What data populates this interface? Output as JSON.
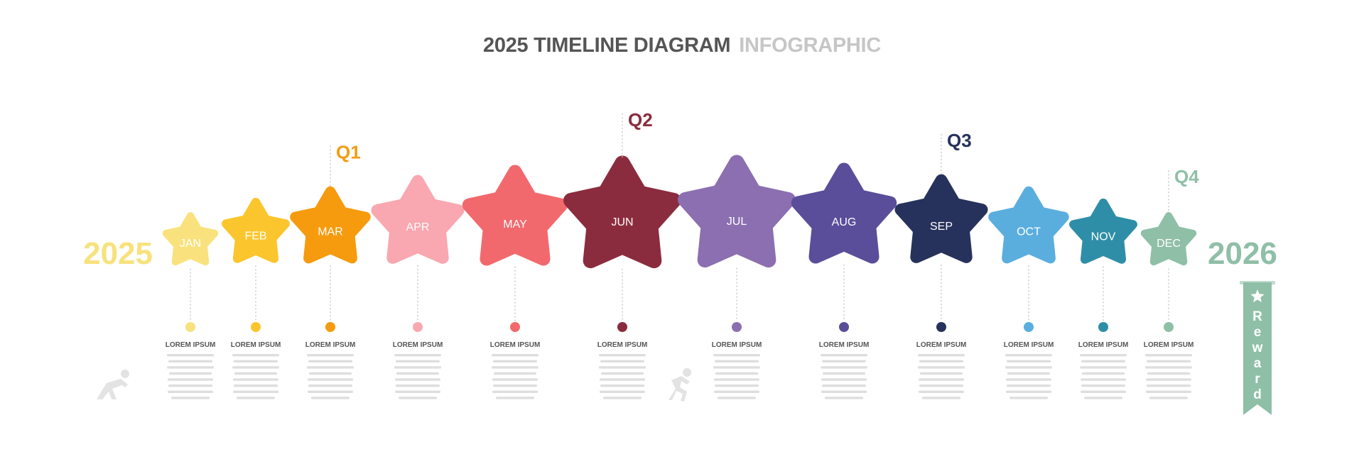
{
  "title": {
    "main": "2025 TIMELINE DIAGRAM",
    "sub": "INFOGRAPHIC"
  },
  "years": {
    "start": "2025",
    "end": "2026",
    "start_color": "#f7e27c",
    "end_color": "#8fbfa7"
  },
  "reward": {
    "letters": [
      "R",
      "e",
      "w",
      "a",
      "r",
      "d"
    ],
    "color": "#8fbfa7",
    "icon": "star-icon"
  },
  "quarters": [
    {
      "label": "Q1",
      "month_index": 2,
      "color": "#f39c12"
    },
    {
      "label": "Q2",
      "month_index": 5,
      "color": "#8b2c3e"
    },
    {
      "label": "Q3",
      "month_index": 8,
      "color": "#27325c"
    },
    {
      "label": "Q4",
      "month_index": 11,
      "color": "#8fbfa7"
    }
  ],
  "months": [
    {
      "label": "JAN",
      "color": "#f9e27d",
      "title": "LOREM IPSUM"
    },
    {
      "label": "FEB",
      "color": "#fbc52d",
      "title": "LOREM IPSUM"
    },
    {
      "label": "MAR",
      "color": "#f59b0d",
      "title": "LOREM IPSUM"
    },
    {
      "label": "APR",
      "color": "#f9a7b0",
      "title": "LOREM IPSUM"
    },
    {
      "label": "MAY",
      "color": "#f2696d",
      "title": "LOREM IPSUM"
    },
    {
      "label": "JUN",
      "color": "#8b2c3e",
      "title": "LOREM IPSUM"
    },
    {
      "label": "JUL",
      "color": "#8b6fb1",
      "title": "LOREM IPSUM"
    },
    {
      "label": "AUG",
      "color": "#5a4d99",
      "title": "LOREM IPSUM"
    },
    {
      "label": "SEP",
      "color": "#27325c",
      "title": "LOREM IPSUM"
    },
    {
      "label": "OCT",
      "color": "#5aaede",
      "title": "LOREM IPSUM"
    },
    {
      "label": "NOV",
      "color": "#2e8ea7",
      "title": "LOREM IPSUM"
    },
    {
      "label": "DEC",
      "color": "#8fbfa7",
      "title": "LOREM IPSUM"
    }
  ],
  "icons": {
    "start": "crouching-runner-icon",
    "middle": "running-person-icon",
    "color": "#e3e3e3"
  }
}
